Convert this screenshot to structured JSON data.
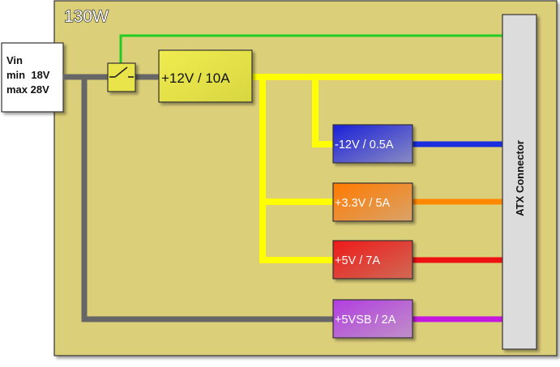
{
  "board": {
    "title": "130W",
    "background": "#dccf7a"
  },
  "input": {
    "line1": "Vin",
    "line2": "min  18V",
    "line3": "max 28V"
  },
  "main_converter": {
    "label": "+12V / 10A",
    "color": "#e8e44a"
  },
  "rails": [
    {
      "id": "neg12",
      "label": "-12V / 0.5A",
      "wire_color": "#1a2ee0",
      "box_top": "#1a1fd8",
      "box_bottom": "#8a8cc2"
    },
    {
      "id": "p33",
      "label": "+3.3V / 5A",
      "wire_color": "#ff8800",
      "box_top": "#ff7a00",
      "box_bottom": "#d9a36a"
    },
    {
      "id": "p5",
      "label": "+5V / 7A",
      "wire_color": "#ee1111",
      "box_top": "#ee1a1a",
      "box_bottom": "#d06a55"
    },
    {
      "id": "p5sb",
      "label": "+5VSB / 2A",
      "wire_color": "#c218e0",
      "box_top": "#b23ee0",
      "box_bottom": "#c090c8"
    }
  ],
  "connector": {
    "label": "ATX Connector"
  },
  "colors": {
    "yellow_bus": "#ffff00",
    "gray_bus": "#666666",
    "green_line": "#22cc22"
  }
}
